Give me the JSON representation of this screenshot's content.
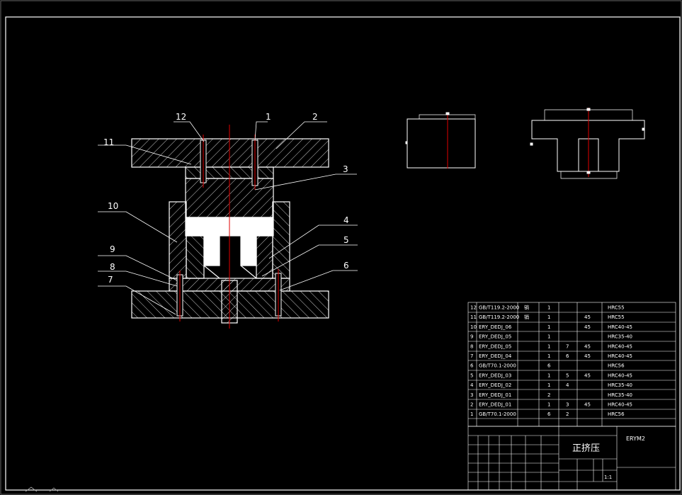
{
  "drawing": {
    "part_labels": [
      "1",
      "2",
      "3",
      "4",
      "5",
      "6",
      "7",
      "8",
      "9",
      "10",
      "11",
      "12"
    ]
  },
  "bom": {
    "rows": [
      {
        "no": "12",
        "code": "GB/T119.2-2000",
        "name": "销",
        "qty": "1",
        "ref": "",
        "mat": "",
        "note": "HRC55"
      },
      {
        "no": "11",
        "code": "GB/T119.2-2000",
        "name": "销",
        "qty": "1",
        "ref": "",
        "mat": "45",
        "note": "HRC55"
      },
      {
        "no": "10",
        "code": "ERY_DEDJ_06",
        "name": "",
        "qty": "1",
        "ref": "",
        "mat": "45",
        "note": "HRC40-45"
      },
      {
        "no": "9",
        "code": "ERY_DEDJ_05",
        "name": "",
        "qty": "1",
        "ref": "",
        "mat": "",
        "note": "HRC35-40"
      },
      {
        "no": "8",
        "code": "ERY_DEDJ_05",
        "name": "",
        "qty": "1",
        "ref": "7",
        "mat": "45",
        "note": "HRC40-45"
      },
      {
        "no": "7",
        "code": "ERY_DEDJ_04",
        "name": "",
        "qty": "1",
        "ref": "6",
        "mat": "45",
        "note": "HRC40-45"
      },
      {
        "no": "6",
        "code": "GB/T70.1-2000",
        "name": "",
        "qty": "6",
        "ref": "",
        "mat": "",
        "note": "HRC56"
      },
      {
        "no": "5",
        "code": "ERY_DEDJ_03",
        "name": "",
        "qty": "1",
        "ref": "5",
        "mat": "45",
        "note": "HRC40-45"
      },
      {
        "no": "4",
        "code": "ERY_DEDJ_02",
        "name": "",
        "qty": "1",
        "ref": "4",
        "mat": "",
        "note": "HRC35-40"
      },
      {
        "no": "3",
        "code": "ERY_DEDJ_01",
        "name": "",
        "qty": "2",
        "ref": "",
        "mat": "",
        "note": "HRC35-40"
      },
      {
        "no": "2",
        "code": "ERY_DEDJ_01",
        "name": "",
        "qty": "1",
        "ref": "3",
        "mat": "45",
        "note": "HRC40-45"
      },
      {
        "no": "1",
        "code": "GB/T70.1-2000",
        "name": "",
        "qty": "6",
        "ref": "2",
        "mat": "",
        "note": "HRC56"
      }
    ]
  },
  "title_block": {
    "title": "正挤压",
    "drawing_code": "ERYM2",
    "scale": "1:1"
  }
}
